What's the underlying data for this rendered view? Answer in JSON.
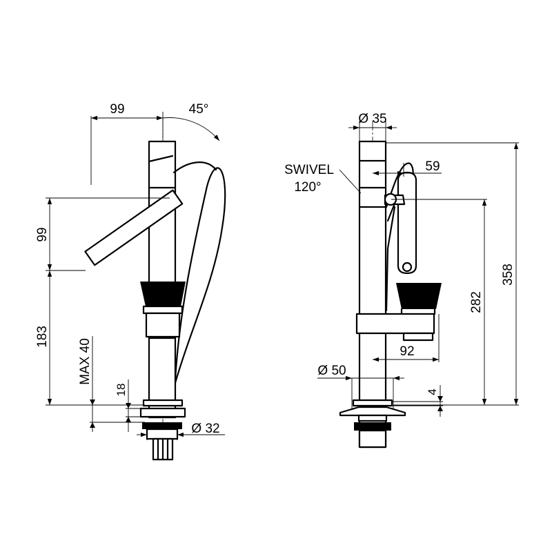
{
  "left_view": {
    "dim_spout_reach": "99",
    "dim_angle": "45°",
    "dim_handle_height": "99",
    "dim_body_height": "183",
    "dim_max_thickness": "MAX 40",
    "dim_nut": "18",
    "dim_shank": "Ø 32"
  },
  "right_view": {
    "dim_top_diameter": "Ø 35",
    "swivel_label_line1": "SWIVEL",
    "swivel_label_line2": "120°",
    "dim_spray_offset": "59",
    "dim_total_height": "358",
    "dim_spout_height": "282",
    "dim_spout_projection": "92",
    "dim_base_diameter": "Ø 50",
    "dim_base_gap": "4"
  }
}
